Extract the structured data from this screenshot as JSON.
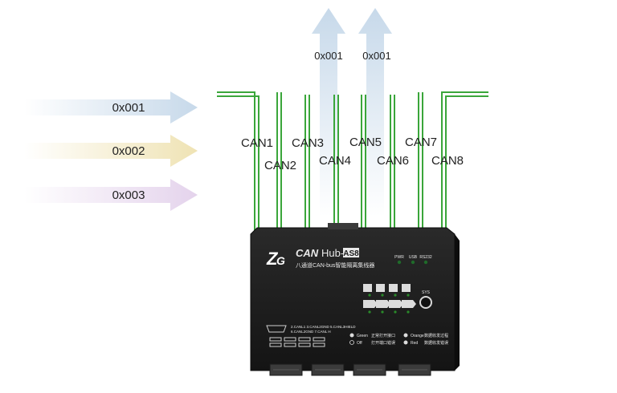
{
  "inputs": [
    {
      "label": "0x001",
      "color": "#c7d9ea"
    },
    {
      "label": "0x002",
      "color": "#efe3b4"
    },
    {
      "label": "0x003",
      "color": "#e4d3ec"
    }
  ],
  "outputs": [
    {
      "label": "0x001",
      "color": "#c7d9ea"
    },
    {
      "label": "0x001",
      "color": "#c7d9ea"
    }
  ],
  "channels": [
    "CAN1",
    "CAN2",
    "CAN3",
    "CAN4",
    "CAN5",
    "CAN6",
    "CAN7",
    "CAN8"
  ],
  "line_color": "#3aa63a",
  "device": {
    "brand_prefix": "CAN",
    "brand_name": "Hub-",
    "model": "AS8",
    "subtitle": "八通道CAN-bus智能隔离集线器",
    "leds": [
      "PWR",
      "USB",
      "RS232"
    ],
    "sys_label": "SYS",
    "port_line1": "2.CANL1  3.CANL2GND  5.CANL3HIELD",
    "port_line2": "6.CANL2GND  7.CANL H",
    "legend": [
      {
        "state": "Green",
        "text": "正常打开接口"
      },
      {
        "state": "Orange",
        "text": "数据收发过程"
      },
      {
        "state": "Off",
        "text": "打开端口错误"
      },
      {
        "state": "Red",
        "text": "数据收发错误"
      }
    ]
  }
}
